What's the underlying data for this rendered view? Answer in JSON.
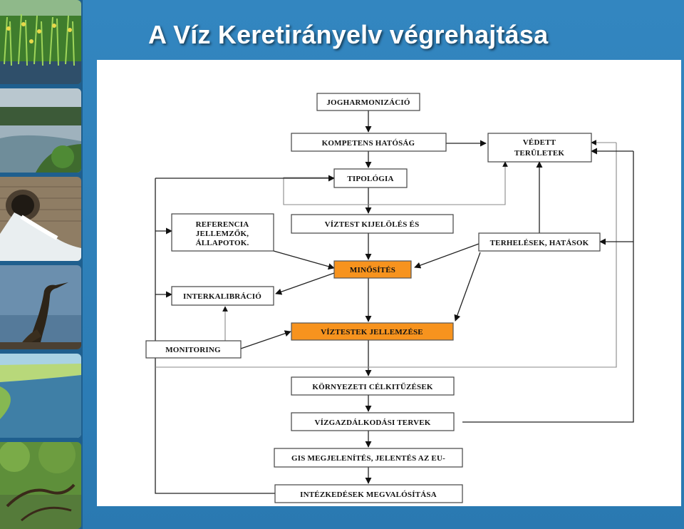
{
  "slide": {
    "title": "A Víz Keretirányelv végrehajtása",
    "background_color": "#2e7fb6",
    "panel_color": "#ffffff"
  },
  "photo_strip": {
    "photos": [
      {
        "name": "reeds-photo"
      },
      {
        "name": "river-bank-photo"
      },
      {
        "name": "outfall-pipe-photo"
      },
      {
        "name": "cormorant-photo"
      },
      {
        "name": "grassland-water-photo"
      },
      {
        "name": "floodplain-forest-photo"
      }
    ]
  },
  "diagram": {
    "highlight_color": "#f7931e",
    "boxes": {
      "jogharmonizacio": "JOGHARMONIZÁCIÓ",
      "kompetens_hatosag": "KOMPETENS HATÓSÁG",
      "vedett_teruletek_1": "VÉDETT",
      "vedett_teruletek_2": "TERÜLETEK",
      "tipologia": "TIPOLÓGIA",
      "referencia_1": "REFERENCIA",
      "referencia_2": "JELLEMZŐK,",
      "referencia_3": "ÁLLAPOTOK.",
      "viztest_kijeloles": "VÍZTEST KIJELÖLÉS ÉS",
      "terhelesek": "TERHELÉSEK, HATÁSOK",
      "minosites": "MINŐSÍTÉS",
      "interkalibracio": "INTERKALIBRÁCIÓ",
      "viztestek_jellemzese": "VÍZTESTEK JELLEMZÉSE",
      "monitoring": "MONITORING",
      "kornyezeti_celkituzesek": "KÖRNYEZETI CÉLKITŰZÉSEK",
      "vizgazdalkodasi_tervek": "VÍZGAZDÁLKODÁSI TERVEK",
      "gis": "GIS MEGJELENÍTÉS, JELENTÉS AZ EU-",
      "intezkedesek": "INTÉZKEDÉSEK MEGVALÓSÍTÁSA"
    }
  }
}
